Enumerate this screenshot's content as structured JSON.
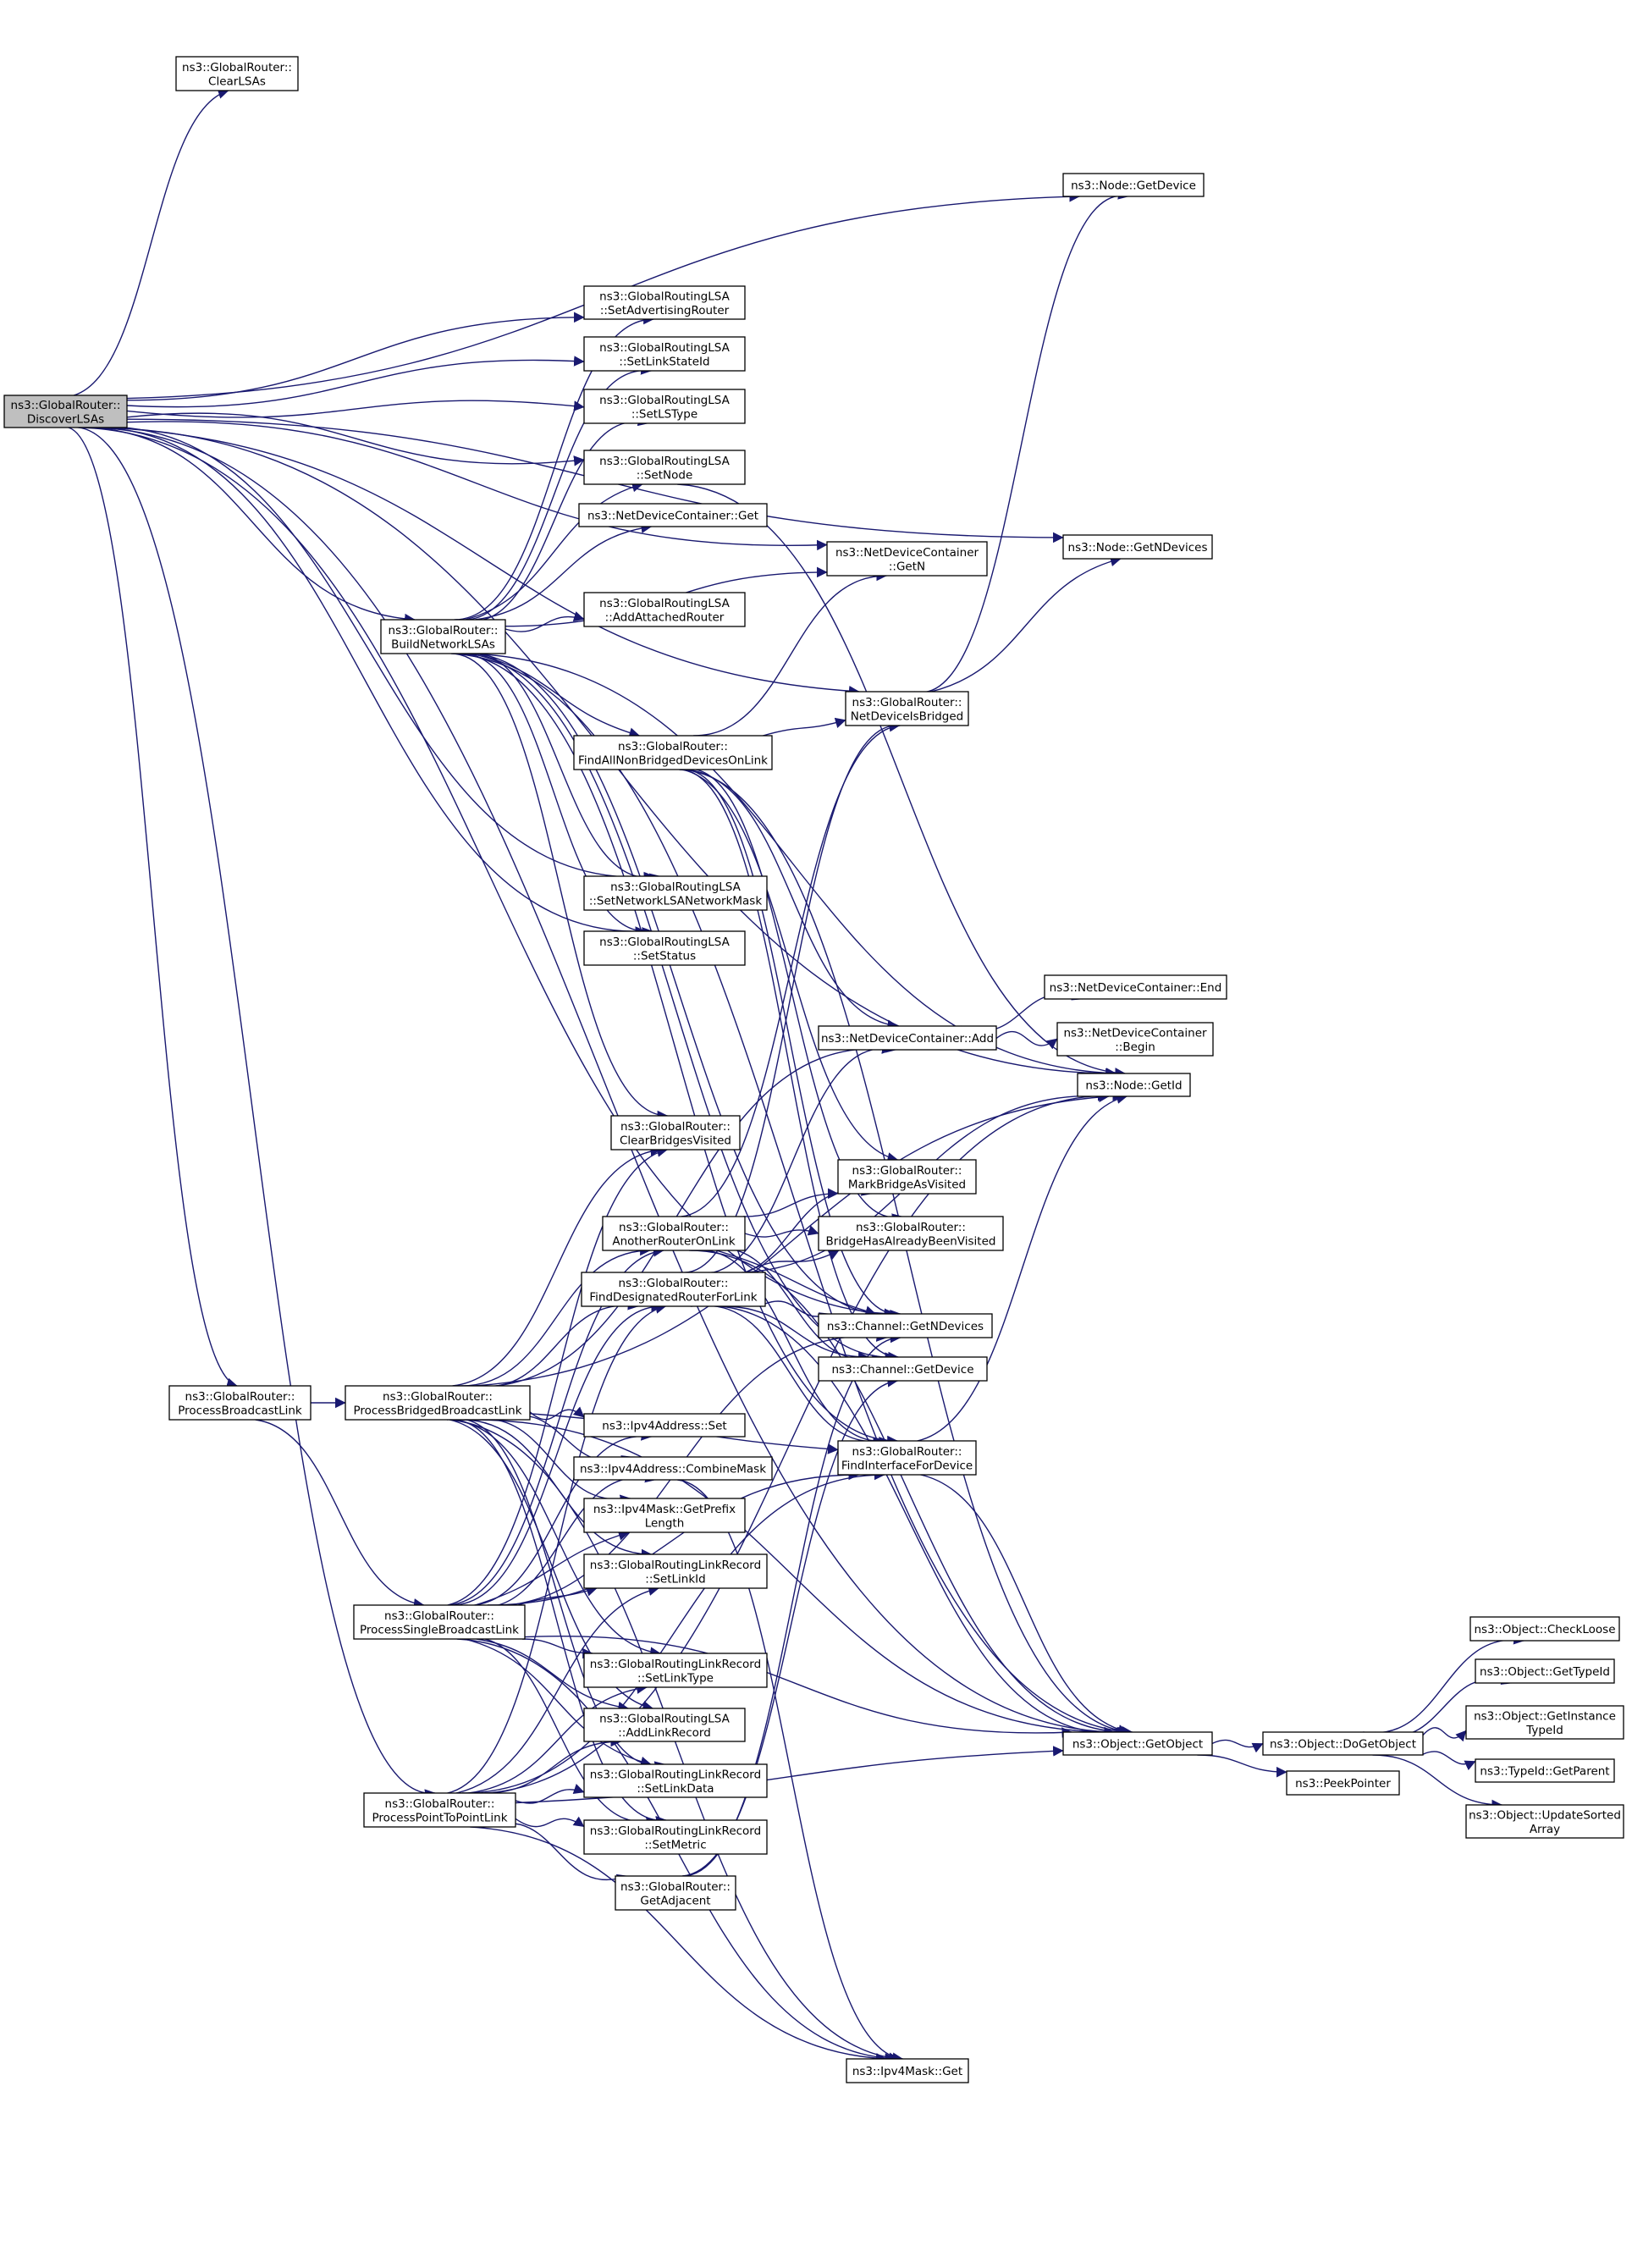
{
  "graph": {
    "edge_color": "#191970",
    "node_fill": "#ffffff",
    "root_fill": "#bfbfbf",
    "truncated_border": "#ff0000",
    "nodes": [
      {
        "id": "discover",
        "lines": [
          "ns3::GlobalRouter::",
          "DiscoverLSAs"
        ],
        "root": true
      },
      {
        "id": "clearlsas",
        "lines": [
          "ns3::GlobalRouter::",
          "ClearLSAs"
        ]
      },
      {
        "id": "getdevice",
        "lines": [
          "ns3::Node::GetDevice"
        ]
      },
      {
        "id": "setadvrouter",
        "lines": [
          "ns3::GlobalRoutingLSA",
          "::SetAdvertisingRouter"
        ]
      },
      {
        "id": "setlinkstateid",
        "lines": [
          "ns3::GlobalRoutingLSA",
          "::SetLinkStateId"
        ]
      },
      {
        "id": "setlstype",
        "lines": [
          "ns3::GlobalRoutingLSA",
          "::SetLSType"
        ]
      },
      {
        "id": "setnode",
        "lines": [
          "ns3::GlobalRoutingLSA",
          "::SetNode"
        ]
      },
      {
        "id": "ndcget",
        "lines": [
          "ns3::NetDeviceContainer::Get"
        ]
      },
      {
        "id": "ndcgetn",
        "lines": [
          "ns3::NetDeviceContainer",
          "::GetN"
        ]
      },
      {
        "id": "getndevices",
        "lines": [
          "ns3::Node::GetNDevices"
        ]
      },
      {
        "id": "buildnetwork",
        "lines": [
          "ns3::GlobalRouter::",
          "BuildNetworkLSAs"
        ]
      },
      {
        "id": "addattached",
        "lines": [
          "ns3::GlobalRoutingLSA",
          "::AddAttachedRouter"
        ]
      },
      {
        "id": "isbridged",
        "lines": [
          "ns3::GlobalRouter::",
          "NetDeviceIsBridged"
        ]
      },
      {
        "id": "findallnonbridged",
        "lines": [
          "ns3::GlobalRouter::",
          "FindAllNonBridgedDevicesOnLink"
        ]
      },
      {
        "id": "setnetmask",
        "lines": [
          "ns3::GlobalRoutingLSA",
          "::SetNetworkLSANetworkMask"
        ]
      },
      {
        "id": "setstatus",
        "lines": [
          "ns3::GlobalRoutingLSA",
          "::SetStatus"
        ]
      },
      {
        "id": "ndcend",
        "lines": [
          "ns3::NetDeviceContainer::End"
        ]
      },
      {
        "id": "ndcadd",
        "lines": [
          "ns3::NetDeviceContainer::Add"
        ]
      },
      {
        "id": "ndcbegin",
        "lines": [
          "ns3::NetDeviceContainer",
          "::Begin"
        ]
      },
      {
        "id": "getid",
        "lines": [
          "ns3::Node::GetId"
        ]
      },
      {
        "id": "clearbridges",
        "lines": [
          "ns3::GlobalRouter::",
          "ClearBridgesVisited"
        ]
      },
      {
        "id": "markbridge",
        "lines": [
          "ns3::GlobalRouter::",
          "MarkBridgeAsVisited"
        ]
      },
      {
        "id": "anotherrouter",
        "lines": [
          "ns3::GlobalRouter::",
          "AnotherRouterOnLink"
        ]
      },
      {
        "id": "bridgevisited",
        "lines": [
          "ns3::GlobalRouter::",
          "BridgeHasAlreadyBeenVisited"
        ]
      },
      {
        "id": "finddesignated",
        "lines": [
          "ns3::GlobalRouter::",
          "FindDesignatedRouterForLink"
        ],
        "truncated": true
      },
      {
        "id": "chgetndevices",
        "lines": [
          "ns3::Channel::GetNDevices"
        ]
      },
      {
        "id": "chgetdevice",
        "lines": [
          "ns3::Channel::GetDevice"
        ]
      },
      {
        "id": "processbroadcast",
        "lines": [
          "ns3::GlobalRouter::",
          "ProcessBroadcastLink"
        ]
      },
      {
        "id": "processbridged",
        "lines": [
          "ns3::GlobalRouter::",
          "ProcessBridgedBroadcastLink"
        ]
      },
      {
        "id": "ipv4set",
        "lines": [
          "ns3::Ipv4Address::Set"
        ]
      },
      {
        "id": "findinterface",
        "lines": [
          "ns3::GlobalRouter::",
          "FindInterfaceForDevice"
        ]
      },
      {
        "id": "combinemask",
        "lines": [
          "ns3::Ipv4Address::CombineMask"
        ],
        "truncated": true
      },
      {
        "id": "getprefixlen",
        "lines": [
          "ns3::Ipv4Mask::GetPrefix",
          "Length"
        ]
      },
      {
        "id": "setlinkid",
        "lines": [
          "ns3::GlobalRoutingLinkRecord",
          "::SetLinkId"
        ]
      },
      {
        "id": "processsingle",
        "lines": [
          "ns3::GlobalRouter::",
          "ProcessSingleBroadcastLink"
        ]
      },
      {
        "id": "checkloose",
        "lines": [
          "ns3::Object::CheckLoose"
        ],
        "truncated": true
      },
      {
        "id": "gettypeid",
        "lines": [
          "ns3::Object::GetTypeId"
        ],
        "truncated": true
      },
      {
        "id": "setlinktype",
        "lines": [
          "ns3::GlobalRoutingLinkRecord",
          "::SetLinkType"
        ]
      },
      {
        "id": "getinstancetypeid",
        "lines": [
          "ns3::Object::GetInstance",
          "TypeId"
        ]
      },
      {
        "id": "getobject",
        "lines": [
          "ns3::Object::GetObject"
        ]
      },
      {
        "id": "dogetobject",
        "lines": [
          "ns3::Object::DoGetObject"
        ]
      },
      {
        "id": "addlinkrecord",
        "lines": [
          "ns3::GlobalRoutingLSA",
          "::AddLinkRecord"
        ]
      },
      {
        "id": "getparent",
        "lines": [
          "ns3::TypeId::GetParent"
        ],
        "truncated": true
      },
      {
        "id": "peekpointer",
        "lines": [
          "ns3::PeekPointer"
        ]
      },
      {
        "id": "processp2p",
        "lines": [
          "ns3::GlobalRouter::",
          "ProcessPointToPointLink"
        ]
      },
      {
        "id": "setlinkdata",
        "lines": [
          "ns3::GlobalRoutingLinkRecord",
          "::SetLinkData"
        ]
      },
      {
        "id": "updatesorted",
        "lines": [
          "ns3::Object::UpdateSorted",
          "Array"
        ]
      },
      {
        "id": "setmetric",
        "lines": [
          "ns3::GlobalRoutingLinkRecord",
          "::SetMetric"
        ]
      },
      {
        "id": "getadjacent",
        "lines": [
          "ns3::GlobalRouter::",
          "GetAdjacent"
        ]
      },
      {
        "id": "maskget",
        "lines": [
          "ns3::Ipv4Mask::Get"
        ]
      }
    ],
    "edges": [
      [
        "discover",
        "clearlsas"
      ],
      [
        "discover",
        "getdevice"
      ],
      [
        "discover",
        "setadvrouter"
      ],
      [
        "discover",
        "setlinkstateid"
      ],
      [
        "discover",
        "setlstype"
      ],
      [
        "discover",
        "setnode"
      ],
      [
        "discover",
        "ndcgetn"
      ],
      [
        "discover",
        "getndevices"
      ],
      [
        "discover",
        "buildnetwork"
      ],
      [
        "discover",
        "isbridged"
      ],
      [
        "discover",
        "setnetmask"
      ],
      [
        "discover",
        "setstatus"
      ],
      [
        "discover",
        "getid"
      ],
      [
        "discover",
        "chgetndevices"
      ],
      [
        "discover",
        "processbroadcast"
      ],
      [
        "discover",
        "processp2p"
      ],
      [
        "discover",
        "getobject"
      ],
      [
        "buildnetwork",
        "setadvrouter"
      ],
      [
        "buildnetwork",
        "setlinkstateid"
      ],
      [
        "buildnetwork",
        "setlstype"
      ],
      [
        "buildnetwork",
        "setnode"
      ],
      [
        "buildnetwork",
        "ndcget"
      ],
      [
        "buildnetwork",
        "ndcgetn"
      ],
      [
        "buildnetwork",
        "addattached"
      ],
      [
        "buildnetwork",
        "findallnonbridged"
      ],
      [
        "buildnetwork",
        "setnetmask"
      ],
      [
        "buildnetwork",
        "setstatus"
      ],
      [
        "buildnetwork",
        "clearbridges"
      ],
      [
        "buildnetwork",
        "getid"
      ],
      [
        "buildnetwork",
        "getobject"
      ],
      [
        "buildnetwork",
        "chgetndevices"
      ],
      [
        "buildnetwork",
        "chgetdevice"
      ],
      [
        "buildnetwork",
        "findinterface"
      ],
      [
        "setnode",
        "getid"
      ],
      [
        "isbridged",
        "getdevice"
      ],
      [
        "isbridged",
        "getndevices"
      ],
      [
        "findallnonbridged",
        "isbridged"
      ],
      [
        "findallnonbridged",
        "ndcgetn"
      ],
      [
        "findallnonbridged",
        "ndcadd"
      ],
      [
        "findallnonbridged",
        "markbridge"
      ],
      [
        "findallnonbridged",
        "bridgevisited"
      ],
      [
        "findallnonbridged",
        "chgetndevices"
      ],
      [
        "findallnonbridged",
        "chgetdevice"
      ],
      [
        "findallnonbridged",
        "getobject"
      ],
      [
        "ndcadd",
        "ndcend"
      ],
      [
        "ndcadd",
        "ndcbegin"
      ],
      [
        "anotherrouter",
        "isbridged"
      ],
      [
        "anotherrouter",
        "markbridge"
      ],
      [
        "anotherrouter",
        "bridgevisited"
      ],
      [
        "anotherrouter",
        "chgetndevices"
      ],
      [
        "anotherrouter",
        "chgetdevice"
      ],
      [
        "anotherrouter",
        "findinterface"
      ],
      [
        "anotherrouter",
        "getobject"
      ],
      [
        "finddesignated",
        "isbridged"
      ],
      [
        "finddesignated",
        "markbridge"
      ],
      [
        "finddesignated",
        "bridgevisited"
      ],
      [
        "finddesignated",
        "chgetndevices"
      ],
      [
        "finddesignated",
        "chgetdevice"
      ],
      [
        "finddesignated",
        "getid"
      ],
      [
        "finddesignated",
        "ndcadd"
      ],
      [
        "finddesignated",
        "getobject"
      ],
      [
        "finddesignated",
        "findinterface"
      ],
      [
        "processbroadcast",
        "processbridged"
      ],
      [
        "processbroadcast",
        "processsingle"
      ],
      [
        "processbridged",
        "ndcadd"
      ],
      [
        "processbridged",
        "getid"
      ],
      [
        "processbridged",
        "clearbridges"
      ],
      [
        "processbridged",
        "anotherrouter"
      ],
      [
        "processbridged",
        "finddesignated"
      ],
      [
        "processbridged",
        "ipv4set"
      ],
      [
        "processbridged",
        "combinemask"
      ],
      [
        "processbridged",
        "getprefixlen"
      ],
      [
        "processbridged",
        "setlinkid"
      ],
      [
        "processbridged",
        "setlinktype"
      ],
      [
        "processbridged",
        "addlinkrecord"
      ],
      [
        "processbridged",
        "setlinkdata"
      ],
      [
        "processbridged",
        "setmetric"
      ],
      [
        "processbridged",
        "getobject"
      ],
      [
        "processbridged",
        "findinterface"
      ],
      [
        "processbridged",
        "maskget"
      ],
      [
        "processsingle",
        "clearbridges"
      ],
      [
        "processsingle",
        "anotherrouter"
      ],
      [
        "processsingle",
        "finddesignated"
      ],
      [
        "processsingle",
        "ipv4set"
      ],
      [
        "processsingle",
        "combinemask"
      ],
      [
        "processsingle",
        "getprefixlen"
      ],
      [
        "processsingle",
        "setlinkid"
      ],
      [
        "processsingle",
        "setlinktype"
      ],
      [
        "processsingle",
        "addlinkrecord"
      ],
      [
        "processsingle",
        "setlinkdata"
      ],
      [
        "processsingle",
        "setmetric"
      ],
      [
        "processsingle",
        "getobject"
      ],
      [
        "processsingle",
        "findinterface"
      ],
      [
        "processsingle",
        "maskget"
      ],
      [
        "processsingle",
        "chgetndevices"
      ],
      [
        "processp2p",
        "setlinkid"
      ],
      [
        "processp2p",
        "setlinktype"
      ],
      [
        "processp2p",
        "addlinkrecord"
      ],
      [
        "processp2p",
        "setlinkdata"
      ],
      [
        "processp2p",
        "setmetric"
      ],
      [
        "processp2p",
        "getadjacent"
      ],
      [
        "processp2p",
        "getobject"
      ],
      [
        "processp2p",
        "findinterface"
      ],
      [
        "processp2p",
        "maskget"
      ],
      [
        "processp2p",
        "getid"
      ],
      [
        "processp2p",
        "finddesignated"
      ],
      [
        "getadjacent",
        "chgetdevice"
      ],
      [
        "getadjacent",
        "chgetndevices"
      ],
      [
        "combinemask",
        "maskget"
      ],
      [
        "findinterface",
        "getobject"
      ],
      [
        "findinterface",
        "getid"
      ],
      [
        "getobject",
        "dogetobject"
      ],
      [
        "getobject",
        "peekpointer"
      ],
      [
        "dogetobject",
        "checkloose"
      ],
      [
        "dogetobject",
        "gettypeid"
      ],
      [
        "dogetobject",
        "getinstancetypeid"
      ],
      [
        "dogetobject",
        "getparent"
      ],
      [
        "dogetobject",
        "updatesorted"
      ]
    ]
  }
}
